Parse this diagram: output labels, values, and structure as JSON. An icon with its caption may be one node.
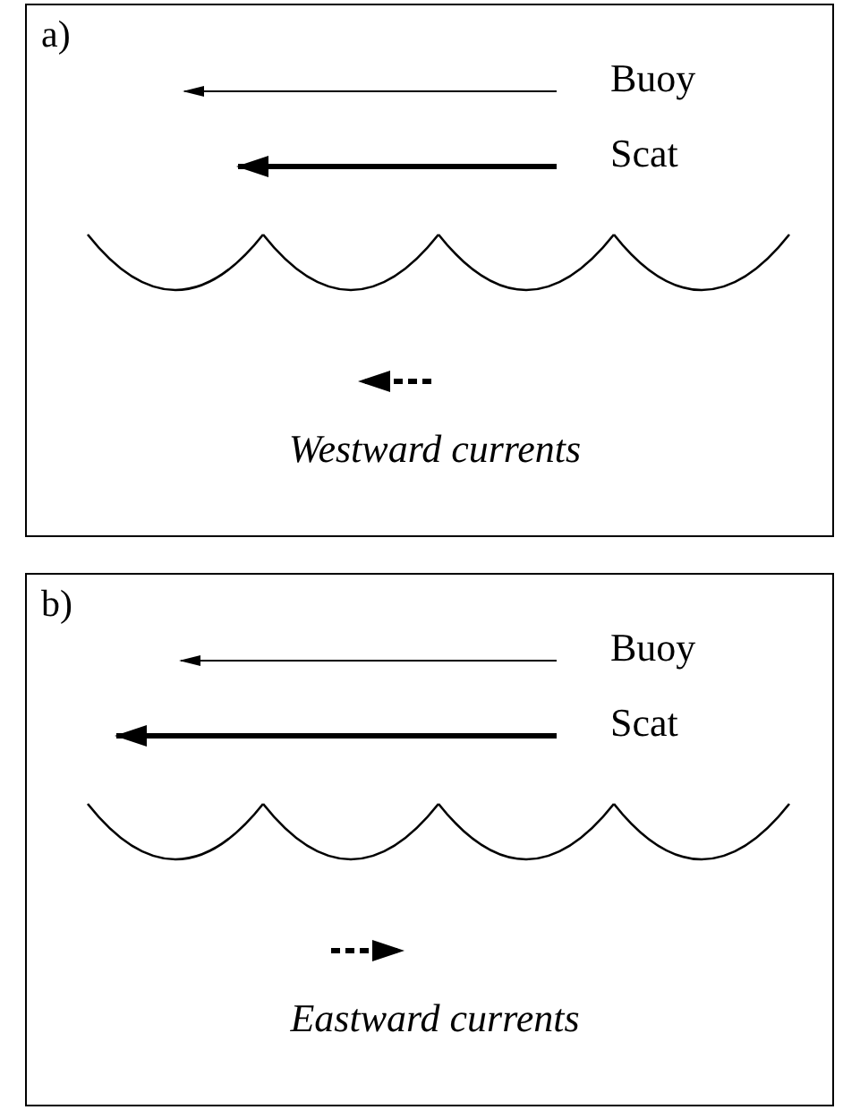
{
  "diagram": {
    "nodes": [
      {
        "text": [
          "a)",
          "Buoy",
          "Scat",
          "Westward currents"
        ]
      },
      {
        "text": [
          "b)",
          "Buoy",
          "Scat",
          "Eastward currents"
        ]
      }
    ]
  }
}
